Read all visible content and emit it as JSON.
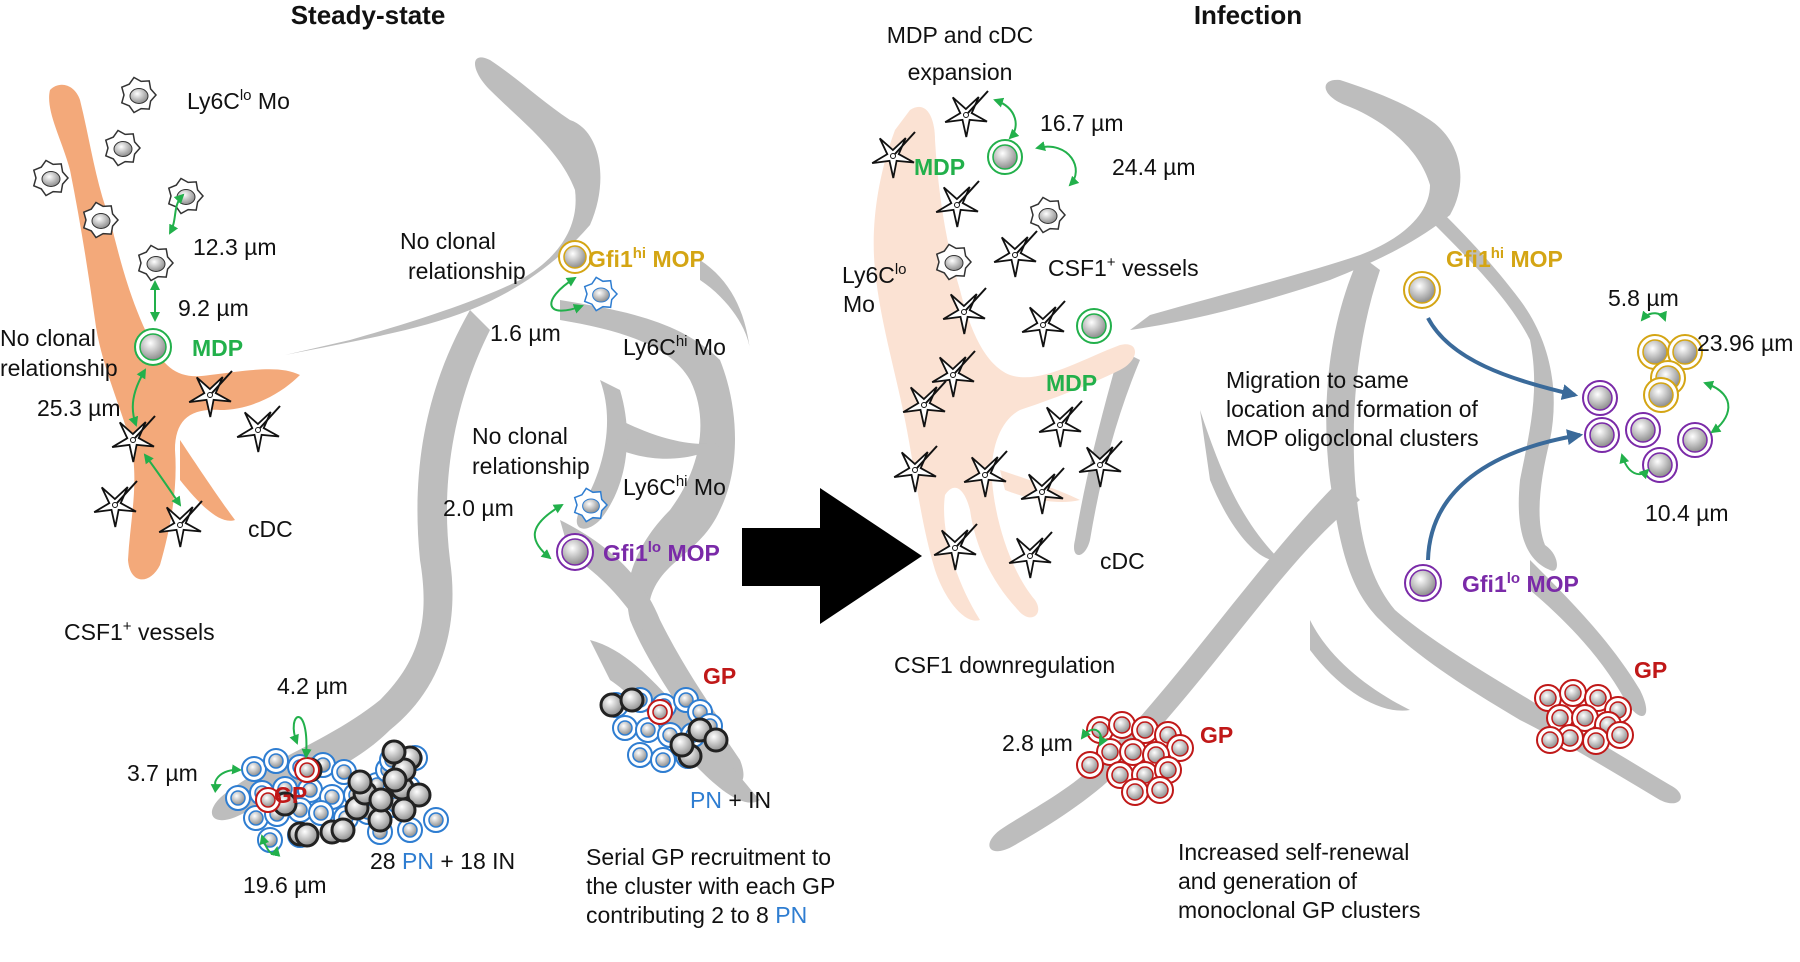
{
  "headers": {
    "left": "Steady-state",
    "right": "Infection"
  },
  "left": {
    "ly6c_lo_mo": {
      "main": "Ly6C",
      "sup": "lo",
      "tail": " Mo"
    },
    "d_12_3": "12.3 µm",
    "d_9_2": "9.2 µm",
    "no_clonal_1": [
      "No clonal",
      "relationship"
    ],
    "mdp": "MDP",
    "d_25_3": "25.3 µm",
    "cdc": "cDC",
    "csf1_vessels": {
      "main": "CSF1",
      "sup": "+",
      "tail": " vessels"
    },
    "no_clonal_2": [
      "No clonal",
      "relationship"
    ],
    "gfi1hi_mop": {
      "main": "Gfi1",
      "sup": "hi",
      "tail": " MOP"
    },
    "d_1_6": "1.6 µm",
    "ly6c_hi_mo_1": {
      "main": "Ly6C",
      "sup": "hi",
      "tail": " Mo"
    },
    "no_clonal_3": [
      "No clonal",
      "relationship"
    ],
    "ly6c_hi_mo_2": {
      "main": "Ly6C",
      "sup": "hi",
      "tail": " Mo"
    },
    "d_2_0": "2.0 µm",
    "gfi1lo_mop": {
      "main": "Gfi1",
      "sup": "lo",
      "tail": " MOP"
    },
    "d_4_2": "4.2 µm",
    "d_3_7": "3.7 µm",
    "gp_small": "GP",
    "d_19_6": "19.6 µm",
    "count_pn": "28",
    "count_pn_label": "PN",
    "count_in": "+ 18 IN",
    "gp_right": "GP",
    "pn_in_pn": "PN",
    "pn_in_in": "+ IN",
    "serial": [
      "Serial GP recruitment to",
      "the cluster with each GP",
      "contributing 2 to 8 "
    ],
    "serial_pn": "PN"
  },
  "right": {
    "mdp_expansion": [
      "MDP and cDC",
      "expansion"
    ],
    "d_16_7": "16.7 µm",
    "mdp_top": "MDP",
    "d_24_4": "24.4 µm",
    "ly6c_lo_mo": {
      "main": "Ly6C",
      "sup": "lo",
      "tail": "Mo"
    },
    "csf1_vessels": {
      "main": "CSF1",
      "sup": "+",
      "tail": " vessels"
    },
    "mdp_mid": "MDP",
    "cdc": "cDC",
    "csf1_down": "CSF1 downregulation",
    "gfi1hi_mop": {
      "main": "Gfi1",
      "sup": "hi",
      "tail": " MOP"
    },
    "d_5_8": "5.8 µm",
    "d_23_96": "23.96 µm",
    "migration": [
      "Migration to same",
      "location and formation of",
      "MOP oligoclonal clusters"
    ],
    "d_10_4": "10.4 µm",
    "gfi1lo_mop": {
      "main": "Gfi1",
      "sup": "lo",
      "tail": " MOP"
    },
    "gp1": "GP",
    "d_2_8": "2.8 µm",
    "gp2": "GP",
    "increased": [
      "Increased self-renewal",
      "and generation of",
      "monoclonal GP clusters"
    ]
  },
  "colors": {
    "vessel": "#bdbdbd",
    "csf1_vessel": "#f3a97a",
    "csf1_vessel_faded": "#fbe2d3",
    "mdp_green": "#22b04b",
    "mop_hi_gold": "#d4a514",
    "mop_lo_purple": "#7a2aa8",
    "gp_red": "#c01818",
    "pn_blue": "#2e7dd1",
    "arrow_blue": "#3a6a9a"
  }
}
